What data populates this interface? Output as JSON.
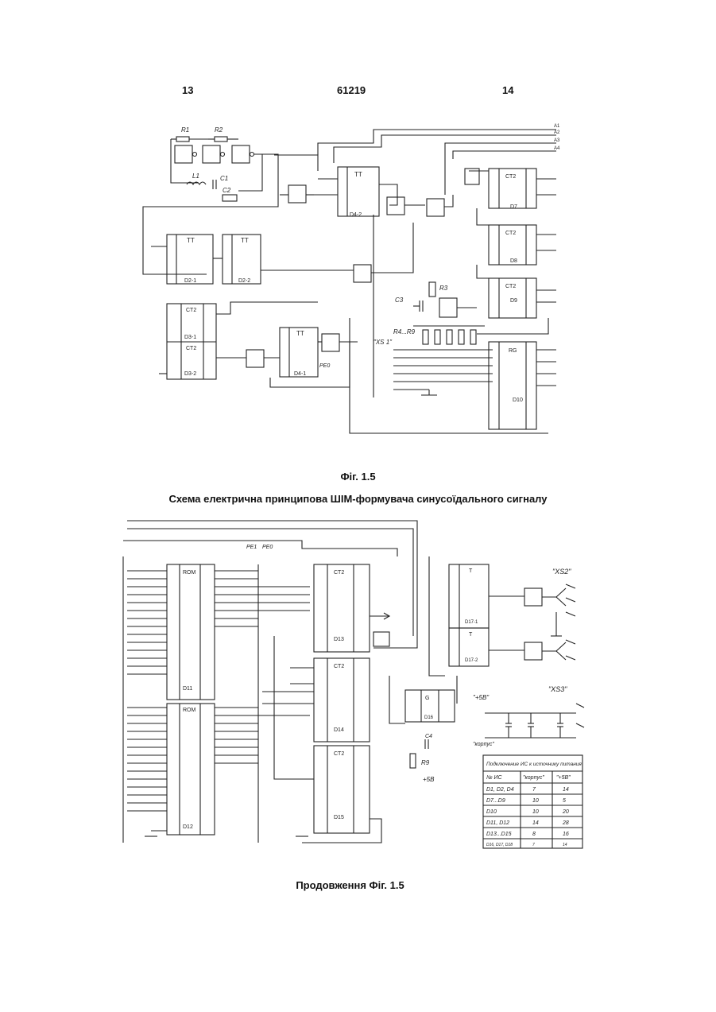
{
  "header": {
    "page_left": "13",
    "patent_number": "61219",
    "page_right": "14"
  },
  "figure1": {
    "caption": "Фіг. 1.5",
    "title": "Схема електрична принципова ШІМ-формувача синусоїдального сигналу"
  },
  "figure2": {
    "caption": "Продовження Фіг. 1.5"
  },
  "schematic1": {
    "chips": [
      {
        "id": "d2-1",
        "body": "TT",
        "ref": "D2-1"
      },
      {
        "id": "d2-2",
        "body": "TT",
        "ref": "D2-2"
      },
      {
        "id": "d3-1",
        "body": "CT2",
        "ref": "D3-1"
      },
      {
        "id": "d3-2",
        "body": "CT2",
        "ref": "D3-2"
      },
      {
        "id": "d4-1",
        "body": "TT",
        "ref": "D4-1"
      },
      {
        "id": "d4-2",
        "body": "TT",
        "ref": "D4-2"
      },
      {
        "id": "d7",
        "body": "CT2",
        "ref": "D7"
      },
      {
        "id": "d8",
        "body": "CT2",
        "ref": "D8"
      },
      {
        "id": "d9",
        "body": "CT2",
        "ref": "D9"
      },
      {
        "id": "d10",
        "body": "RG",
        "ref": "D10"
      }
    ],
    "labels": {
      "r1": "R1",
      "r2": "R2",
      "l1": "L1",
      "c1": "C1",
      "c2": "C2",
      "r3": "R3",
      "c3": "C3",
      "r4r9": "R4...R9",
      "xs1": "\"XS 1\"",
      "pe": "PE0",
      "a1": "A1",
      "a2": "A2",
      "a3": "A3",
      "a4": "A4"
    }
  },
  "schematic2": {
    "chips": [
      {
        "id": "d11",
        "body": "ROM",
        "ref": "D11"
      },
      {
        "id": "d12",
        "body": "ROM",
        "ref": "D12"
      },
      {
        "id": "d13",
        "body": "CT2",
        "ref": "D13"
      },
      {
        "id": "d14",
        "body": "CT2",
        "ref": "D14"
      },
      {
        "id": "d15",
        "body": "CT2",
        "ref": "D15"
      },
      {
        "id": "d16",
        "body": "G",
        "ref": "D16"
      },
      {
        "id": "d17-1",
        "body": "T",
        "ref": "D17-1"
      },
      {
        "id": "d17-2",
        "body": "T",
        "ref": "D17-2"
      }
    ],
    "labels": {
      "pe1": "PE1",
      "pe0": "PE0",
      "xs2": "\"XS2\"",
      "xs3": "\"XS3\"",
      "plus5v": "\"+5B\"",
      "korpus": "\"корпус\"",
      "r9": "R9",
      "c4": "C4",
      "plus5b": "+5B"
    },
    "power_table": {
      "title": "Подключение ИС к источнику питания",
      "headers": [
        "№ ИС",
        "\"корпус\"",
        "\"+5B\""
      ],
      "rows": [
        [
          "D1, D2, D4",
          "7",
          "14"
        ],
        [
          "D7...D9",
          "10",
          "5"
        ],
        [
          "D10",
          "10",
          "20"
        ],
        [
          "D11, D12",
          "14",
          "28"
        ],
        [
          "D13...D15",
          "8",
          "16"
        ],
        [
          "D16, D17, D18",
          "7",
          "14"
        ]
      ]
    }
  }
}
